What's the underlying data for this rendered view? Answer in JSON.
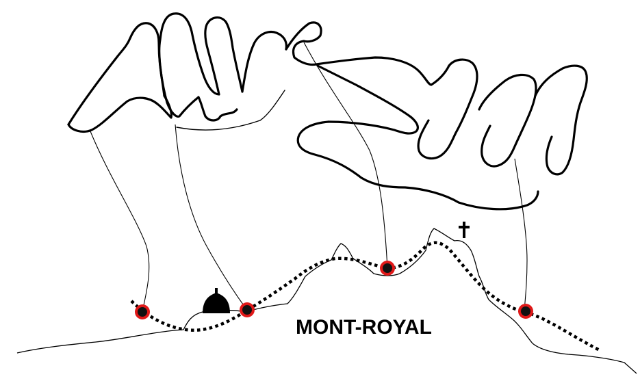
{
  "title": "MONT-ROYAL",
  "colors": {
    "ink": "#000000",
    "marker_ring": "#e01818",
    "marker_core": "#111111",
    "background": "#ffffff"
  },
  "icons": [
    "puppeteer-hands-illustration",
    "dome-icon",
    "cross-icon",
    "trail-marker"
  ],
  "marker_count": 4
}
